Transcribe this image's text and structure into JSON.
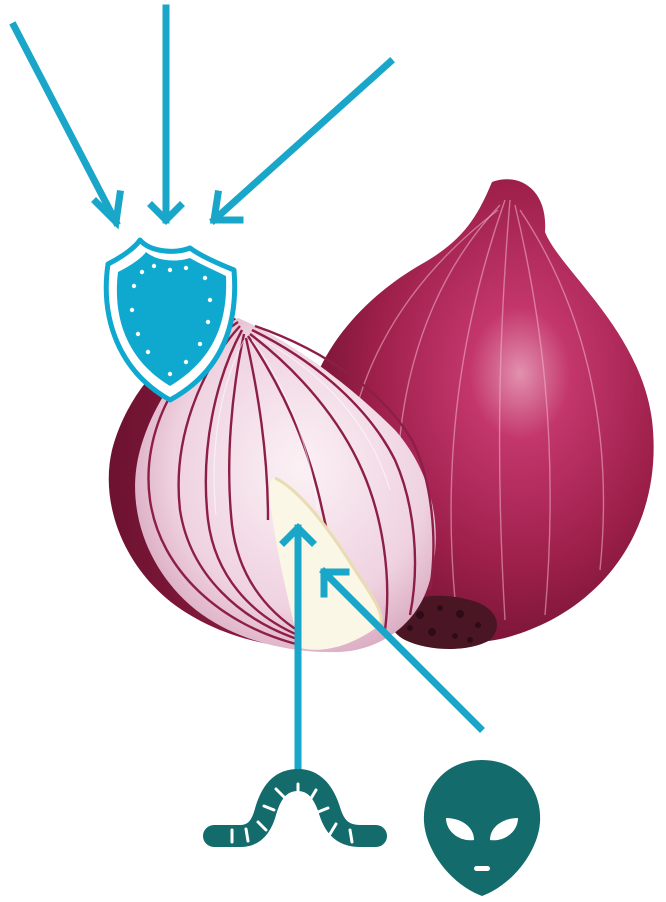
{
  "colors": {
    "arrow": "#1aa6c9",
    "shield_fill": "#0fa9d0",
    "threat_icon": "#136b6b",
    "onion_outer_dark": "#7e1634",
    "onion_outer_mid": "#a32150",
    "onion_highlight": "#e291ae",
    "onion_cut_face": "#efd2e0",
    "onion_ring_lines": "#8d1e45",
    "onion_core": "#fbf7e6",
    "root_dark": "#4a1624",
    "background": "#ffffff"
  },
  "icons": {
    "protection": "shield-icon",
    "threat_worm": "worm-icon",
    "threat_alien": "alien-head-icon",
    "subject": "red-onion-illustration"
  },
  "diagram": {
    "inbound_arrows": 3,
    "threat_arrows": 2
  }
}
